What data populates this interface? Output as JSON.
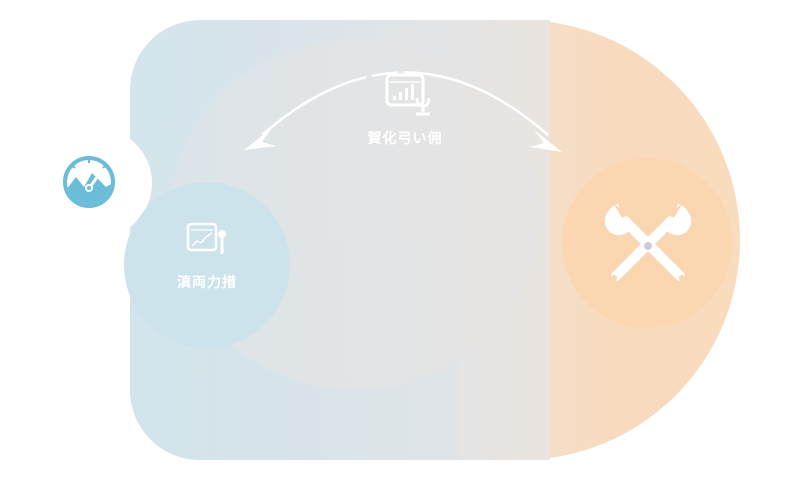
{
  "diagram": {
    "top_node": {
      "label": "賀化弓い佣",
      "icon": "monitor-bar-chart-icon"
    },
    "left_node": {
      "label": "滇両力措",
      "icon": "line-chart-board-icon",
      "color": "#cde3ec"
    },
    "right_node": {
      "label": "",
      "icon": "crossed-wrenches-icon",
      "color": "#fad6b1"
    },
    "badge": {
      "icon": "gauge-mountain-icon",
      "color": "#6bbcd6"
    },
    "connector": {
      "type": "bidirectional-arc-arrow",
      "color": "#ffffff"
    },
    "colors": {
      "blue_tint": "#d3e5ed",
      "gray_mid": "#e3e4e5",
      "orange_tint": "#f9dbbd"
    }
  }
}
